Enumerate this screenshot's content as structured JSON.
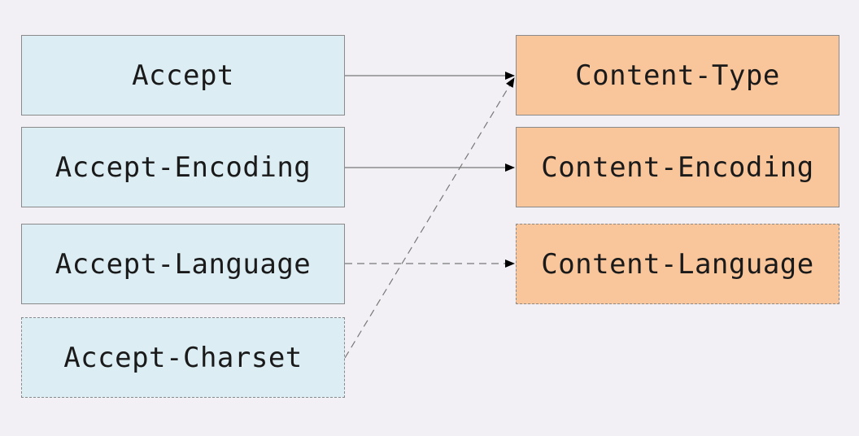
{
  "request_headers": [
    {
      "label": "Accept"
    },
    {
      "label": "Accept-Encoding"
    },
    {
      "label": "Accept-Language"
    },
    {
      "label": "Accept-Charset"
    }
  ],
  "response_headers": [
    {
      "label": "Content-Type"
    },
    {
      "label": "Content-Encoding"
    },
    {
      "label": "Content-Language"
    }
  ],
  "colors": {
    "background": "#f2f0f5",
    "request_fill": "#dcedf3",
    "response_fill": "#f9c59b",
    "border": "#8a8a8a",
    "arrow": "#555555"
  }
}
